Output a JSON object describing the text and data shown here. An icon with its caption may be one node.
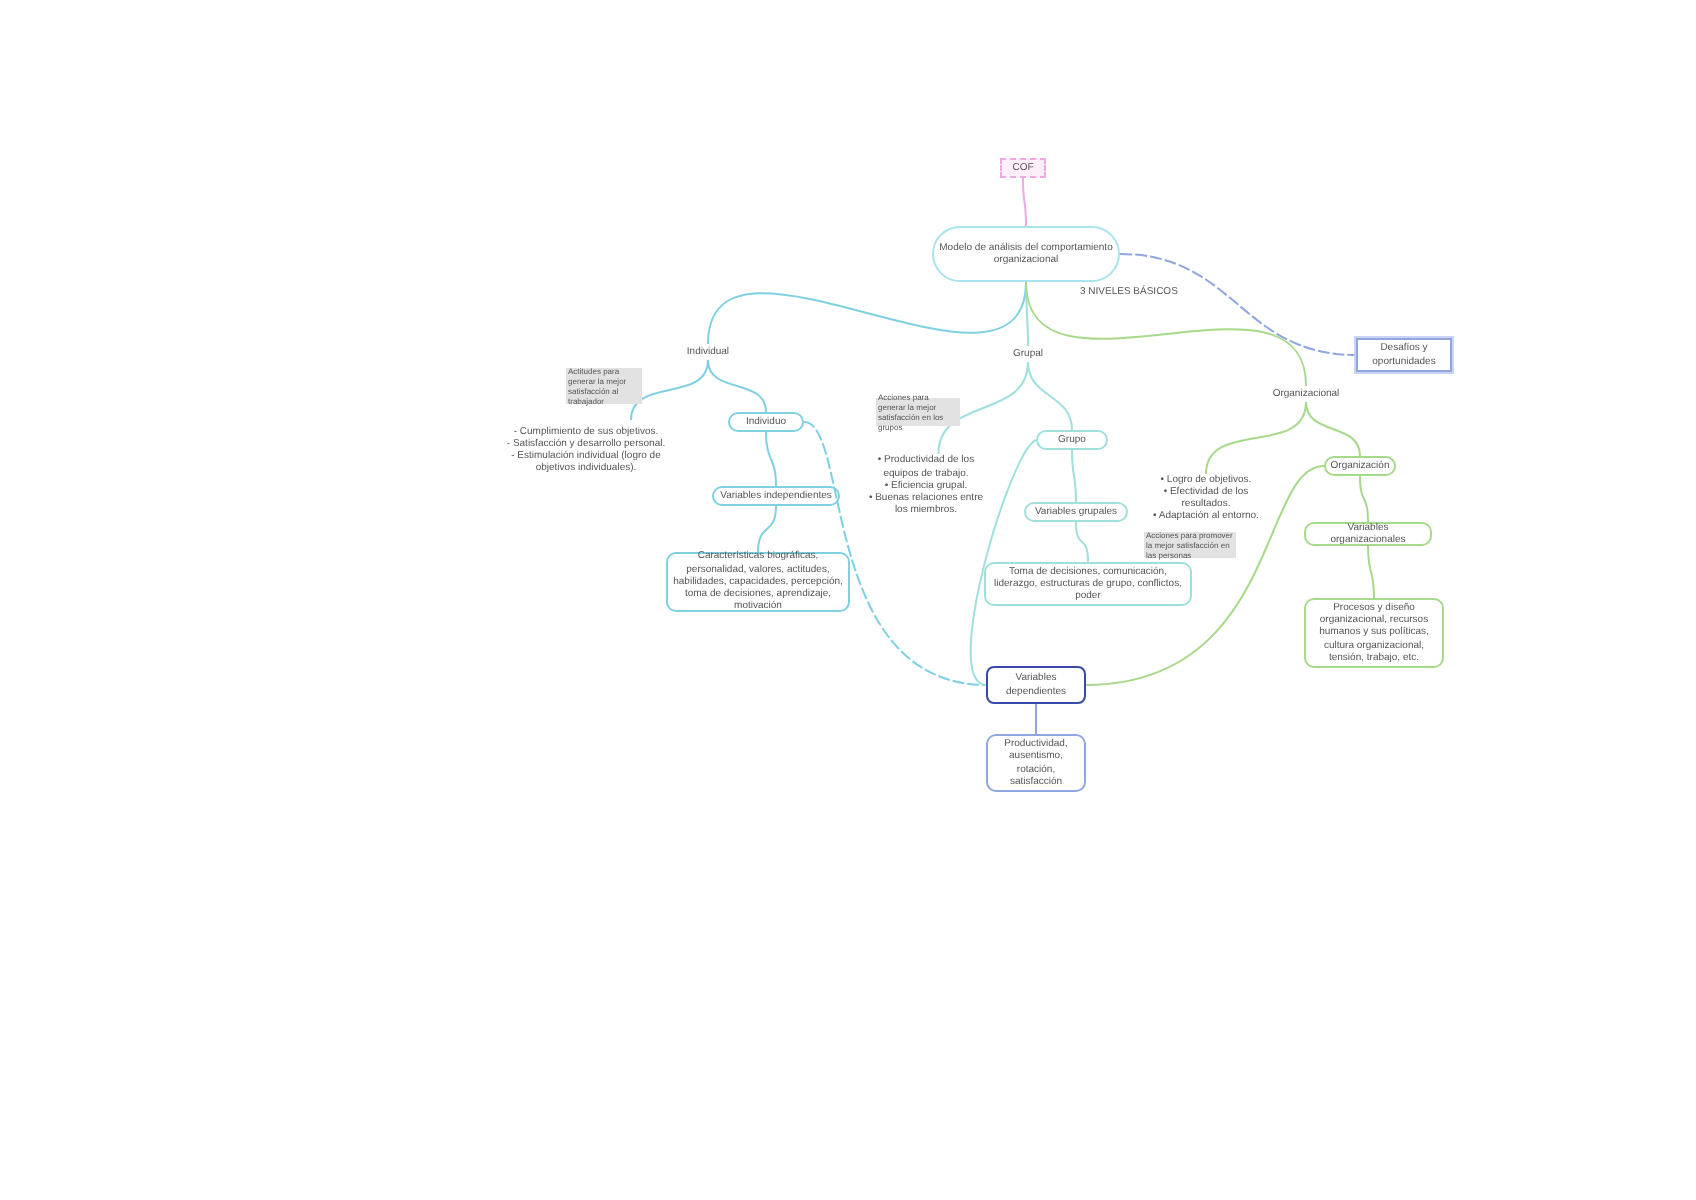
{
  "diagram": {
    "nodes": [
      {
        "text": [
          "COF"
        ]
      },
      {
        "text": [
          "Modelo de análisis del comportamiento organizacional"
        ]
      },
      {
        "text": [
          "Desafíos y oportunidades"
        ]
      },
      {
        "text": [
          "Individual"
        ]
      },
      {
        "text": [
          "Grupal"
        ]
      },
      {
        "text": [
          "Organizacional"
        ]
      },
      {
        "text": [
          "Individuo"
        ]
      },
      {
        "text": [
          "Variables independientes"
        ]
      },
      {
        "text": [
          "Características biográficas, personalidad, valores, actitudes, habilidades, capacidades, percepción, toma de decisiones, aprendizaje, motivación"
        ]
      },
      {
        "text": [
          "Grupo"
        ]
      },
      {
        "text": [
          "Variables grupales"
        ]
      },
      {
        "text": [
          "Toma de decisiones, comunicación, liderazgo, estructuras de grupo, conflictos, poder"
        ]
      },
      {
        "text": [
          "Organización"
        ]
      },
      {
        "text": [
          "Variables organizacionales"
        ]
      },
      {
        "text": [
          "Procesos y diseño organizacional, recursos humanos y sus políticas, cultura organizacional, tensión, trabajo, etc."
        ]
      },
      {
        "text": [
          "Variables dependientes"
        ]
      },
      {
        "text": [
          "Productividad, ausentismo, rotación, satisfacción"
        ]
      },
      {
        "text": [
          "- Cumplimiento de sus objetivos.",
          "- Satisfacción y desarrollo personal.",
          "- Estimulación individual (logro de objetivos individuales)."
        ]
      },
      {
        "text": [
          "Actitudes para generar la mejor satisfacción al trabajador"
        ]
      },
      {
        "text": [
          "• Productividad de los equipos de trabajo.",
          "• Eficiencia grupal.",
          "• Buenas relaciones entre los miembros."
        ]
      },
      {
        "text": [
          "Acciones para generar la mejor satisfacción en los grupos"
        ]
      },
      {
        "text": [
          "• Logro de objetivos.",
          "• Efectividad de los resultados.",
          "• Adaptación al entorno."
        ]
      },
      {
        "text": [
          "Acciones para promover la mejor satisfacción en las personas"
        ]
      }
    ],
    "edges": [
      {
        "from": 0,
        "to": 1,
        "arrow": "none",
        "color": "#f0a8e4"
      },
      {
        "from": 1,
        "to": 2,
        "arrow": "none",
        "color": "#8fa6e0",
        "style": "dashed"
      },
      {
        "from": 1,
        "to": 3,
        "arrow": "none",
        "color": "#7fd0e0"
      },
      {
        "from": 1,
        "to": 4,
        "arrow": "none",
        "color": "#9fe0dc"
      },
      {
        "from": 1,
        "to": 5,
        "arrow": "none",
        "color": "#a8d88a"
      },
      {
        "from": 3,
        "to": 17,
        "arrow": "none",
        "color": "#7fd0e0"
      },
      {
        "from": 3,
        "to": 6,
        "arrow": "none",
        "color": "#7fd0e0"
      },
      {
        "from": 6,
        "to": 7,
        "arrow": "none",
        "color": "#7fd0e0"
      },
      {
        "from": 7,
        "to": 8,
        "arrow": "none",
        "color": "#7fd0e0"
      },
      {
        "from": 6,
        "to": 15,
        "arrow": "none",
        "color": "#7fd0e0",
        "style": "dashed"
      },
      {
        "from": 4,
        "to": 19,
        "arrow": "none",
        "color": "#9fe0dc"
      },
      {
        "from": 4,
        "to": 9,
        "arrow": "none",
        "color": "#9fe0dc"
      },
      {
        "from": 9,
        "to": 10,
        "arrow": "none",
        "color": "#9fe0dc"
      },
      {
        "from": 10,
        "to": 11,
        "arrow": "none",
        "color": "#9fe0dc"
      },
      {
        "from": 9,
        "to": 15,
        "arrow": "none",
        "color": "#9fe0dc"
      },
      {
        "from": 5,
        "to": 21,
        "arrow": "none",
        "color": "#a8d88a"
      },
      {
        "from": 5,
        "to": 12,
        "arrow": "none",
        "color": "#a8d88a"
      },
      {
        "from": 12,
        "to": 13,
        "arrow": "none",
        "color": "#a8d88a"
      },
      {
        "from": 13,
        "to": 14,
        "arrow": "none",
        "color": "#a8d88a"
      },
      {
        "from": 12,
        "to": 15,
        "arrow": "none",
        "color": "#a8d88a"
      },
      {
        "from": 15,
        "to": 16,
        "arrow": "none",
        "color": "#8fa6e0"
      }
    ],
    "labels": [
      "3 NIVELES BÁSICOS"
    ]
  }
}
